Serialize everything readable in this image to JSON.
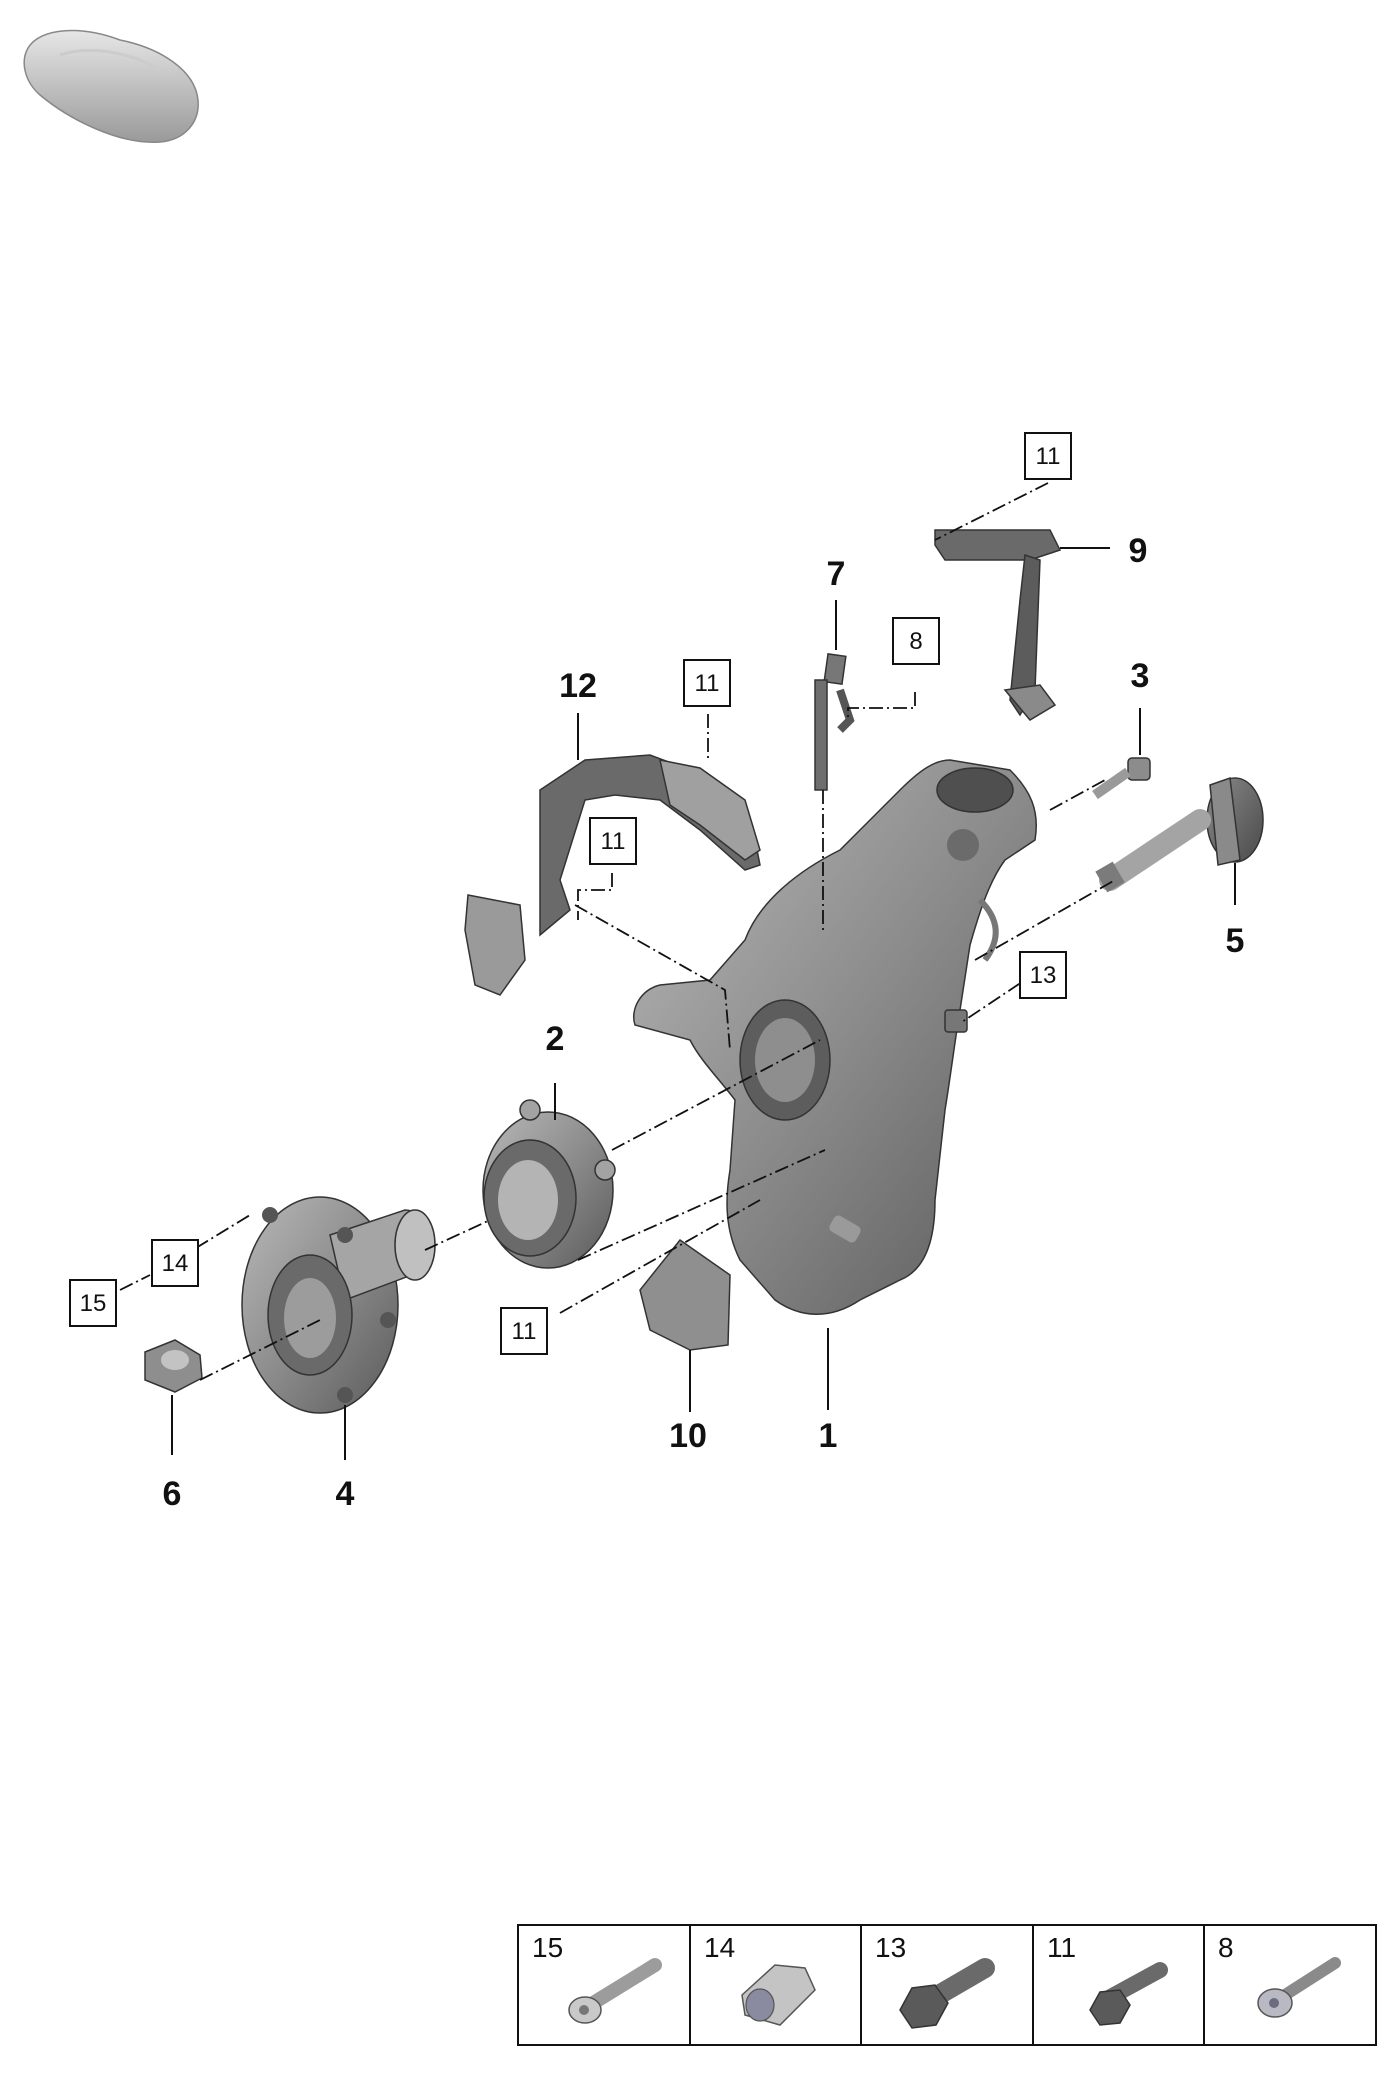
{
  "diagram": {
    "callouts": [
      {
        "id": "c1",
        "label": "1"
      },
      {
        "id": "c2",
        "label": "2"
      },
      {
        "id": "c3",
        "label": "3"
      },
      {
        "id": "c4",
        "label": "4"
      },
      {
        "id": "c5",
        "label": "5"
      },
      {
        "id": "c6",
        "label": "6"
      },
      {
        "id": "c7",
        "label": "7"
      },
      {
        "id": "c9",
        "label": "9"
      },
      {
        "id": "c10",
        "label": "10"
      },
      {
        "id": "c12",
        "label": "12"
      }
    ],
    "boxes": [
      {
        "id": "b11a",
        "label": "11"
      },
      {
        "id": "b8",
        "label": "8"
      },
      {
        "id": "b11b",
        "label": "11"
      },
      {
        "id": "b11c",
        "label": "11"
      },
      {
        "id": "b13",
        "label": "13"
      },
      {
        "id": "b14",
        "label": "14"
      },
      {
        "id": "b15",
        "label": "15"
      },
      {
        "id": "b11d",
        "label": "11"
      }
    ]
  },
  "legend": {
    "cells": [
      {
        "label": "15",
        "icon": "bolt-allen-icon"
      },
      {
        "label": "14",
        "icon": "nut-icon"
      },
      {
        "label": "13",
        "icon": "bolt-hex-large-icon"
      },
      {
        "label": "11",
        "icon": "bolt-hex-icon"
      },
      {
        "label": "8",
        "icon": "bolt-allen-small-icon"
      }
    ]
  },
  "colors": {
    "part_dark": "#5e5e5e",
    "part_mid": "#8a8a8a",
    "part_light": "#b4b4b4",
    "line": "#111111",
    "background": "#ffffff"
  }
}
